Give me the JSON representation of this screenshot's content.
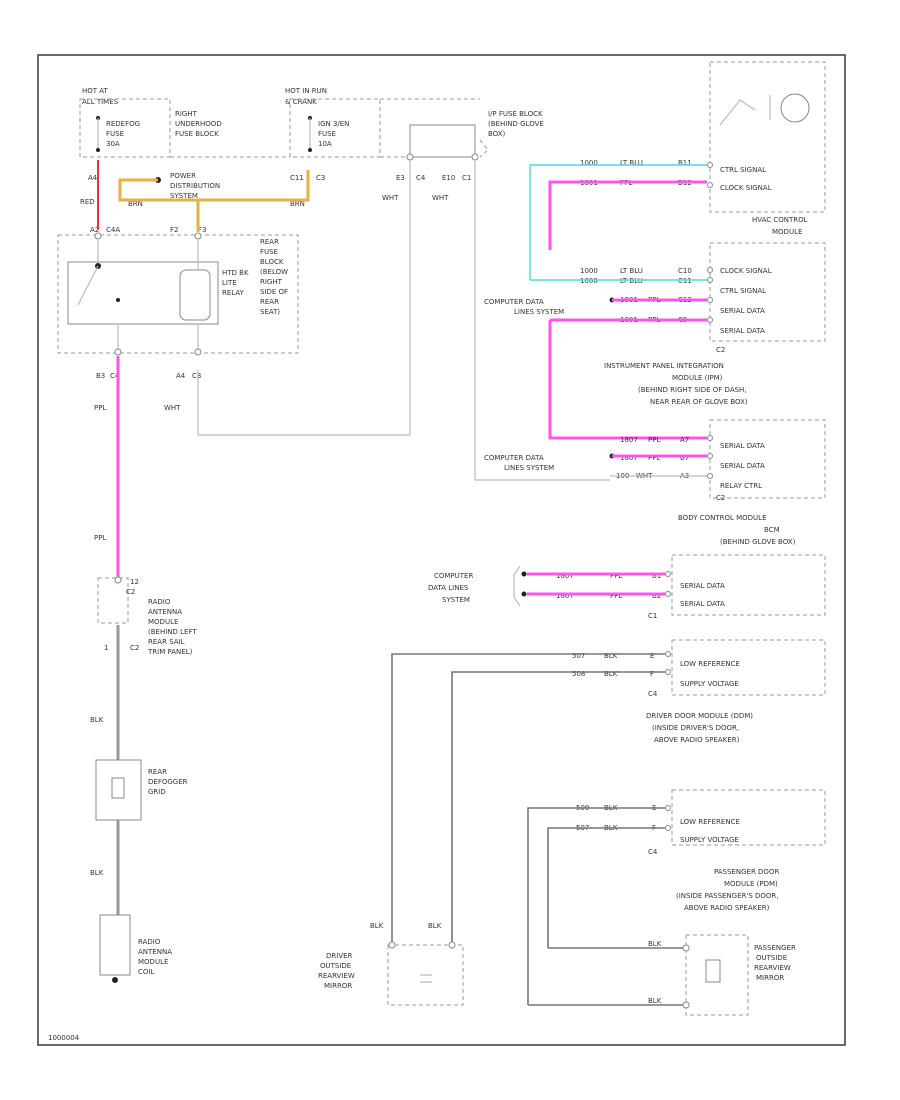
{
  "fuse_hot_at_all_times": {
    "hot": "HOT AT",
    "hot2": "ALL TIMES",
    "line1": "REDEFOG",
    "line2": "FUSE",
    "line3": "30A",
    "block1": "RIGHT",
    "block2": "UNDERHOOD",
    "block3": "FUSE BLOCK"
  },
  "fuse_hot_in_run": {
    "hot": "HOT IN RUN",
    "hot2": "& CRANK",
    "line1": "IGN 3/EN",
    "line2": "FUSE",
    "line3": "10A"
  },
  "ip_fuse_block": {
    "l1": "I/P FUSE BLOCK",
    "l2": "(BEHIND GLOVE",
    "l3": "BOX)"
  },
  "power_distribution": {
    "l1": "POWER",
    "l2": "DISTRIBUTION",
    "l3": "SYSTEM"
  },
  "connectors": {
    "a4": "A4",
    "red": "RED",
    "a2": "A2",
    "c4a": "C4A",
    "f2": "F2",
    "f3": "F3",
    "c11": "C11",
    "c3": "C3",
    "e3": "E3",
    "c4": "C4",
    "e10": "E10",
    "c1": "C1",
    "brn": "BRN",
    "brn2": "BRN",
    "wht": "WHT",
    "wht2": "WHT",
    "wht3": "WHT",
    "b3": "B3",
    "c4b": "C4",
    "a4b": "A4",
    "c3b": "C3"
  },
  "relay": {
    "l1": "HTD BK",
    "l2": "LITE",
    "l3": "RELAY"
  },
  "rear_fuse_block": {
    "l1": "REAR",
    "l2": "FUSE",
    "l3": "BLOCK",
    "l4": "(BELOW",
    "l5": "RIGHT",
    "l6": "SIDE OF",
    "l7": "REAR",
    "l8": "SEAT)"
  },
  "hvac": {
    "pin1": "1000",
    "color1": "LT BLU",
    "pin1b": "B11",
    "pin2": "1001",
    "color2": "PPL",
    "pin2b": "B12",
    "sig1": "CTRL SIGNAL",
    "sig2": "CLOCK SIGNAL",
    "title1": "HVAC CONTROL",
    "title2": "MODULE"
  },
  "ipm_module": {
    "pin1": "1000",
    "color1": "LT BLU",
    "pin1b": "C10",
    "pin2": "1000",
    "color2": "LT BLU",
    "pin2b": "C11",
    "pin3": "1001",
    "color3": "PPL",
    "pin3b": "C12",
    "pin4": "1001",
    "color4": "PPL",
    "pin4b": "C9",
    "sig1": "CLOCK SIGNAL",
    "sig2": "CTRL SIGNAL",
    "sig3": "SERIAL DATA",
    "sig4": "SERIAL DATA",
    "conn": "C2",
    "cdl1": "COMPUTER DATA",
    "cdl2": "LINES SYSTEM",
    "title1": "INSTRUMENT PANEL INTEGRATION",
    "title2": "MODULE (IPM)",
    "title3": "(BEHIND RIGHT SIDE OF DASH,",
    "title4": "NEAR REAR OF GLOVE BOX)"
  },
  "bcm_upper": {
    "pin1": "1807",
    "color1": "PPL",
    "pin1b": "A7",
    "pin2": "1807",
    "color2": "PPL",
    "pin2b": "B7",
    "pin3": "100",
    "color3": "WHT",
    "pin3b": "A3",
    "sig1": "SERIAL DATA",
    "sig2": "SERIAL DATA",
    "sig3": "RELAY CTRL",
    "conn": "C2",
    "cdl1": "COMPUTER DATA",
    "cdl2": "LINES SYSTEM",
    "title1": "BODY CONTROL MODULE",
    "title2": "BCM",
    "title3": "(BEHIND GLOVE BOX)"
  },
  "bcm_serial": {
    "cdl1": "COMPUTER",
    "cdl2": "DATA LINES",
    "cdl3": "SYSTEM",
    "pin1": "1807",
    "color1": "PPL",
    "pin1b": "B1",
    "pin2": "1807",
    "color2": "PPL",
    "pin2b": "B2",
    "sig1": "SERIAL DATA",
    "sig2": "SERIAL DATA",
    "conn": "C1"
  },
  "driver_door": {
    "pin1": "507",
    "color1": "BLK",
    "pin1b": "E",
    "pin2": "508",
    "color2": "BLK",
    "pin2b": "F",
    "sig1": "LOW REFERENCE",
    "sig2": "SUPPLY VOLTAGE",
    "conn": "C4",
    "title1": "DRIVER DOOR MODULE (DDM)",
    "title2": "(INSIDE DRIVER'S DOOR,",
    "title3": "ABOVE RADIO SPEAKER)"
  },
  "pass_door": {
    "pin1": "509",
    "color1": "BLK",
    "pin1b": "E",
    "pin2": "507",
    "color2": "BLK",
    "pin2b": "F",
    "sig1": "LOW REFERENCE",
    "sig2": "SUPPLY VOLTAGE",
    "conn": "C4",
    "title1": "PASSENGER DOOR",
    "title2": "MODULE (PDM)",
    "title3": "(INSIDE PASSENGER'S DOOR,",
    "title4": "ABOVE RADIO SPEAKER)"
  },
  "radio_antenna": {
    "ppl1": "PPL",
    "ppl2": "PPL",
    "pin": "12",
    "conn": "C2",
    "pin2": "1",
    "conn2": "C2",
    "l1": "RADIO",
    "l2": "ANTENNA",
    "l3": "MODULE",
    "l4": "(BEHIND LEFT",
    "l5": "REAR SAIL",
    "l6": "TRIM PANEL)"
  },
  "rear_defogger": {
    "blk1": "BLK",
    "l1": "REAR",
    "l2": "DEFOGGER",
    "l3": "GRID",
    "blk2": "BLK"
  },
  "antenna_coil": {
    "l1": "RADIO",
    "l2": "ANTENNA",
    "l3": "MODULE",
    "l4": "COIL"
  },
  "driver_mirror": {
    "blk1": "BLK",
    "blk2": "BLK",
    "l1": "DRIVER",
    "l2": "OUTSIDE",
    "l3": "REARVIEW",
    "l4": "MIRROR"
  },
  "pass_mirror": {
    "blk1": "BLK",
    "blk2": "BLK",
    "l1": "PASSENGER",
    "l2": "OUTSIDE",
    "l3": "REARVIEW",
    "l4": "MIRROR"
  },
  "footer": {
    "code": "1000004"
  }
}
